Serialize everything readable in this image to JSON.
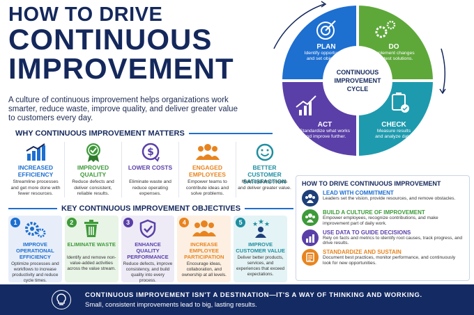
{
  "title": {
    "line1": "HOW TO DRIVE",
    "line2": "CONTINUOUS",
    "line3": "IMPROVEMENT"
  },
  "intro": "A culture of continuous improvement helps organizations work smarter, reduce waste, improve quality, and deliver greater value to customers every day.",
  "matters": {
    "heading": "WHY CONTINUOUS IMPROVEMENT MATTERS",
    "items": [
      {
        "title": "INCREASED EFFICIENCY",
        "desc": "Streamline processes and get more done with fewer resources.",
        "icon": "bar-chart-icon",
        "color": "#1d6fd0"
      },
      {
        "title": "IMPROVED QUALITY",
        "desc": "Reduce defects and deliver consistent, reliable results.",
        "icon": "quality-medal-icon",
        "color": "#3e9a3a"
      },
      {
        "title": "LOWER COSTS",
        "desc": "Eliminate waste and reduce operating expenses.",
        "icon": "dollar-down-icon",
        "color": "#5a3fa8"
      },
      {
        "title": "ENGAGED EMPLOYEES",
        "desc": "Empower teams to contribute ideas and solve problems.",
        "icon": "team-icon",
        "color": "#e8841f"
      },
      {
        "title": "BETTER CUSTOMER SATISFACTION",
        "desc": "Meet customer needs and deliver greater value.",
        "icon": "smiley-icon",
        "color": "#1e8ea0"
      }
    ]
  },
  "objectives": {
    "heading": "KEY CONTINUOUS IMPROVEMENT OBJECTIVES",
    "items": [
      {
        "num": "1",
        "title": "IMPROVE OPERATIONAL EFFICIENCY",
        "desc": "Optimize processes and workflows to increase productivity and reduce cycle times.",
        "icon": "gears-icon",
        "color": "#1d6fd0",
        "bg": "#e7eefa"
      },
      {
        "num": "2",
        "title": "ELIMINATE WASTE",
        "desc": "Identify and remove non-value-added activities across the value stream.",
        "icon": "trash-icon",
        "color": "#3e9a3a",
        "bg": "#e8f4e6"
      },
      {
        "num": "3",
        "title": "ENHANCE QUALITY PERFORMANCE",
        "desc": "Reduce defects, improve consistency, and build quality into every process.",
        "icon": "shield-check-icon",
        "color": "#5a3fa8",
        "bg": "#eeebf7"
      },
      {
        "num": "4",
        "title": "INCREASE EMPLOYEE PARTICIPATION",
        "desc": "Encourage ideas, collaboration, and ownership at all levels.",
        "icon": "team-icon",
        "color": "#e8841f",
        "bg": "#fdf0e2"
      },
      {
        "num": "5",
        "title": "IMPROVE CUSTOMER VALUE",
        "desc": "Deliver better products, services, and experiences that exceed expectations.",
        "icon": "star-customer-icon",
        "color": "#1e8ea0",
        "bg": "#e4f3f5"
      }
    ]
  },
  "cycle": {
    "center": [
      "CONTINUOUS",
      "IMPROVEMENT",
      "CYCLE"
    ],
    "plan": {
      "title": "PLAN",
      "desc1": "Identify opportunities",
      "desc2": "and set objectives.",
      "color": "#1d6fd0"
    },
    "do": {
      "title": "DO",
      "desc1": "Implement changes",
      "desc2": "and test solutions.",
      "color": "#5ea83a"
    },
    "check": {
      "title": "CHECK",
      "desc1": "Measure results",
      "desc2": "and analyze data.",
      "color": "#1e9aae"
    },
    "act": {
      "title": "ACT",
      "desc1": "Standardize what works",
      "desc2": "and improve further.",
      "color": "#5a3fa8"
    }
  },
  "drive": {
    "heading": "HOW TO DRIVE CONTINUOUS IMPROVEMENT",
    "items": [
      {
        "title": "LEAD WITH COMMITMENT",
        "desc": "Leaders set the vision, provide resources, and remove obstacles.",
        "icon": "leadership-icon",
        "color": "#1d3f7a",
        "title_color": "#1d6fd0"
      },
      {
        "title": "BUILD A CULTURE OF IMPROVEMENT",
        "desc": "Empower employees, recognize contributions, and make improvement part of daily work.",
        "icon": "team-icon",
        "color": "#3e9a3a",
        "title_color": "#3e9a3a"
      },
      {
        "title": "USE DATA TO GUIDE DECISIONS",
        "desc": "Rely on facts and metrics to identify root causes, track progress, and drive results.",
        "icon": "bar-chart-icon",
        "color": "#5a3fa8",
        "title_color": "#5a3fa8"
      },
      {
        "title": "STANDARDIZE AND SUSTAIN",
        "desc": "Document best practices, monitor performance, and continuously look for new opportunities.",
        "icon": "checklist-icon",
        "color": "#e8841f",
        "title_color": "#e8841f"
      }
    ]
  },
  "footer": {
    "line1": "CONTINUOUS IMPROVEMENT ISN'T A DESTINATION—IT'S A WAY OF THINKING AND WORKING.",
    "line2": "Small, consistent improvements lead to big, lasting results.",
    "icon": "lightbulb-icon"
  }
}
